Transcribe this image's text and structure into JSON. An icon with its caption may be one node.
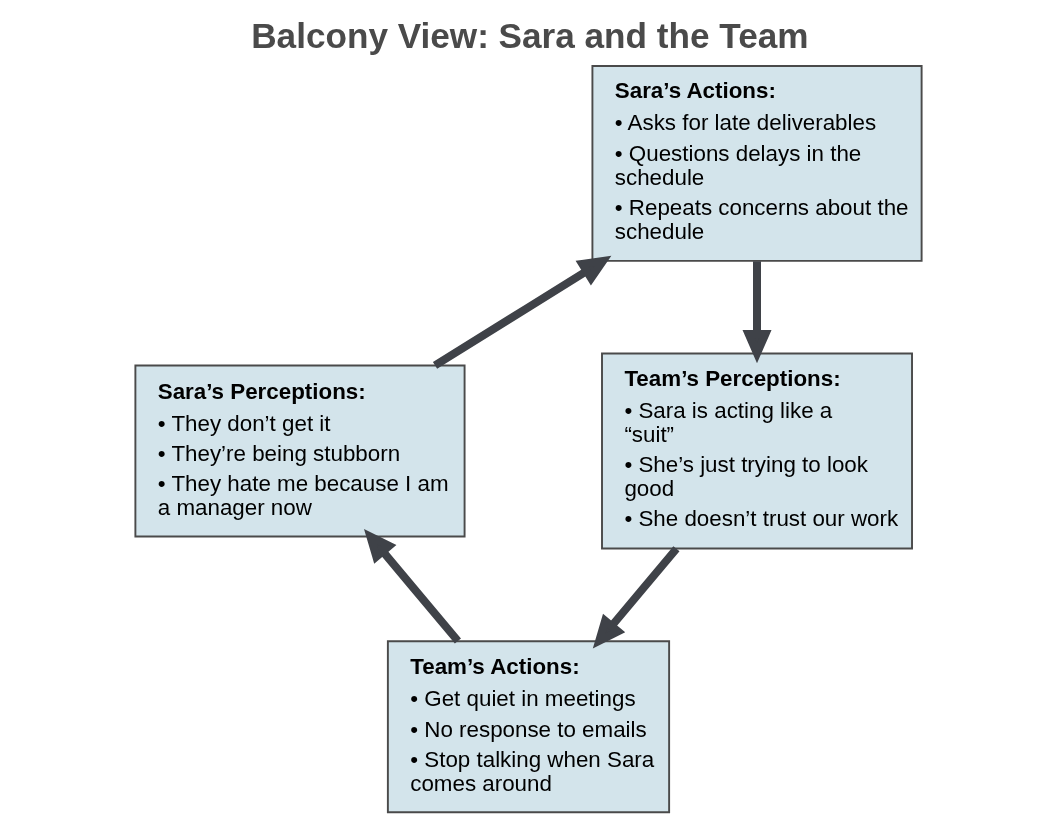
{
  "diagram": {
    "title": "Balcony View: Sara and the Team",
    "nodes": [
      {
        "text": [
          "Sara’s Actions:",
          "• Asks for late deliverables",
          "• Questions delays in the schedule",
          "• Repeats concerns about the schedule"
        ]
      },
      {
        "text": [
          "Team’s Perceptions:",
          "• Sara is acting like a “suit”",
          "• She’s just trying to look good",
          "• She doesn’t trust our work"
        ]
      },
      {
        "text": [
          "Team’s Actions:",
          "• Get quiet in meetings",
          "• No response to emails",
          "• Stop talking when Sara comes around"
        ]
      },
      {
        "text": [
          "Sara’s Perceptions:",
          "• They don’t get it",
          "• They’re being stubborn",
          "• They hate me because I am a manager now"
        ]
      }
    ],
    "edges": [
      {
        "from": 0,
        "to": 1,
        "arrow": "to"
      },
      {
        "from": 1,
        "to": 2,
        "arrow": "to"
      },
      {
        "from": 2,
        "to": 3,
        "arrow": "to"
      },
      {
        "from": 3,
        "to": 0,
        "arrow": "to"
      }
    ]
  }
}
